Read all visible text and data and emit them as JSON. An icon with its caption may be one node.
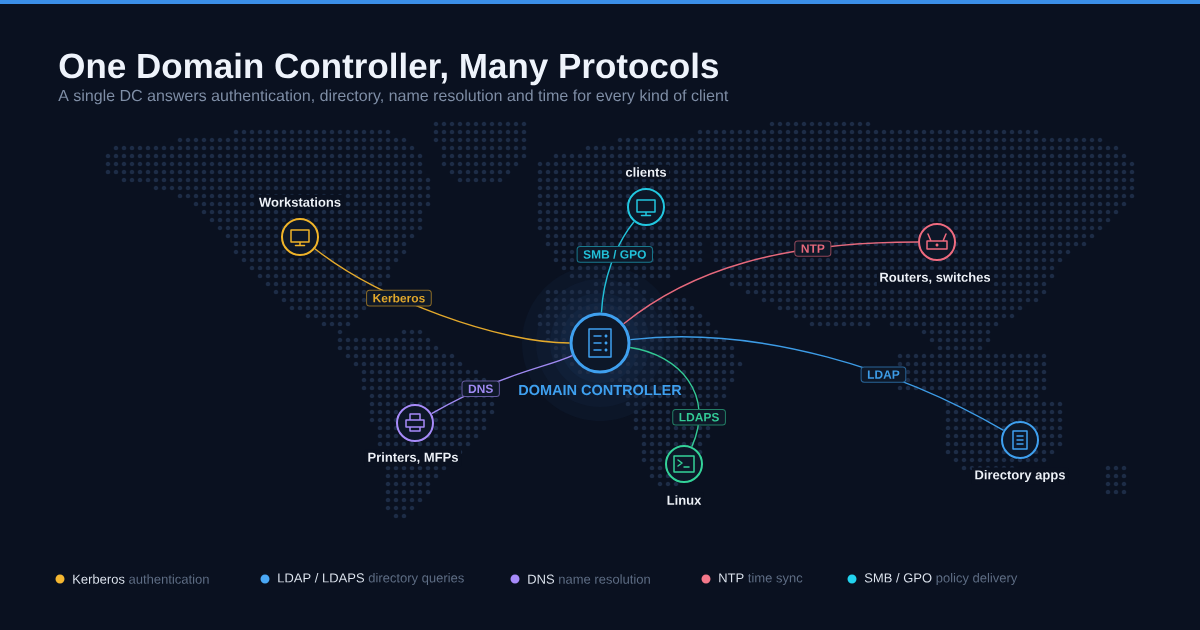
{
  "diagram": {
    "title": "One Domain Controller, Many Protocols",
    "nodes": [
      {
        "text": [
          "clients"
        ]
      },
      {
        "text": [
          "Workstations"
        ]
      },
      {
        "text": [
          "Routers, switches"
        ]
      },
      {
        "text": [
          "DOMAIN CONTROLLER"
        ]
      },
      {
        "text": [
          "Printers, MFPs"
        ]
      },
      {
        "text": [
          "Linux"
        ]
      },
      {
        "text": [
          "Directory apps"
        ]
      }
    ],
    "edges": [
      {
        "from": 3,
        "to": 1,
        "arrow": "none",
        "label": "Kerberos",
        "color": "#e3a92c"
      },
      {
        "from": 3,
        "to": 0,
        "arrow": "none",
        "label": "SMB / GPO",
        "color": "#22c0d8"
      },
      {
        "from": 3,
        "to": 2,
        "arrow": "none",
        "label": "NTP",
        "color": "#e6697c"
      },
      {
        "from": 3,
        "to": 6,
        "arrow": "none",
        "label": "LDAP",
        "color": "#3d9ce6"
      },
      {
        "from": 3,
        "to": 4,
        "arrow": "none",
        "label": "DNS",
        "color": "#a08af2"
      },
      {
        "from": 3,
        "to": 5,
        "arrow": "none",
        "label": "LDAPS",
        "color": "#33c995"
      }
    ],
    "labels": [
      "A single DC answers authentication, directory, name resolution and time for every kind of client"
    ],
    "legend": [
      {
        "text": "**Kerberos** authentication",
        "color": "#f5b731"
      },
      {
        "text": "**LDAP / LDAPS** directory queries",
        "color": "#4aa8f5"
      },
      {
        "text": "**DNS** name resolution",
        "color": "#a78bfa"
      },
      {
        "text": "**NTP** time sync",
        "color": "#f4788a"
      },
      {
        "text": "**SMB / GPO** policy delivery",
        "color": "#22d3ee"
      }
    ]
  }
}
